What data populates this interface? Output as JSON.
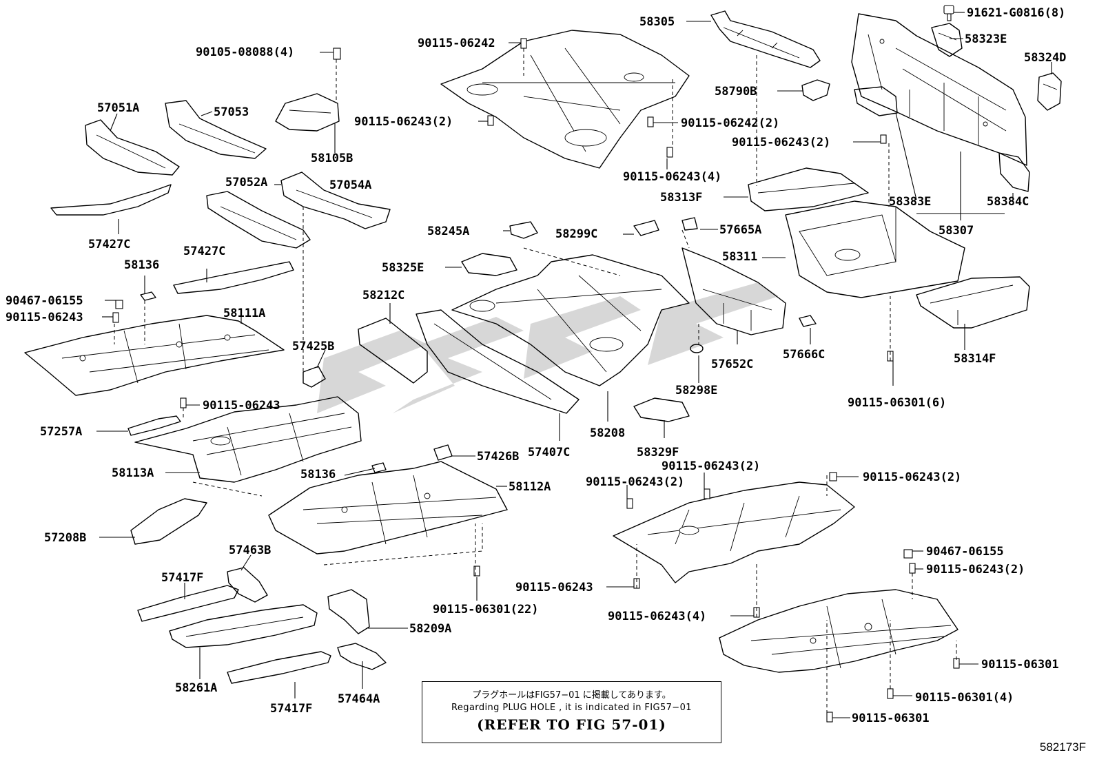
{
  "figure_id": "582173F",
  "note": {
    "japanese": "プラグホールはFIG57−01 に掲載してあります。",
    "english": "Regarding  PLUG HOLE , it is indicated in FIG57−01",
    "refer": "(REFER TO FIG 57-01)"
  },
  "watermark": "CSSC",
  "labels": {
    "p58305": "58305",
    "p91621": "91621-G0816(8)",
    "p58323E": "58323E",
    "p58324D": "58324D",
    "p90115_06242": "90115-06242",
    "p90105": "90105-08088(4)",
    "p57051A": "57051A",
    "p57053": "57053",
    "p58790B": "58790B",
    "p90115_06243_2a": "90115-06243(2)",
    "p90115_06242_2": "90115-06242(2)",
    "p90115_06243_2b": "90115-06243(2)",
    "p58105B": "58105B",
    "p90115_06243_4a": "90115-06243(4)",
    "p58313F": "58313F",
    "p58383E": "58383E",
    "p58384C": "58384C",
    "p57052A": "57052A",
    "p57054A": "57054A",
    "p58307": "58307",
    "p58245A": "58245A",
    "p58299C": "58299C",
    "p57665A": "57665A",
    "p57427C_a": "57427C",
    "p58325E": "58325E",
    "p58311": "58311",
    "p57427C_b": "57427C",
    "p58136_a": "58136",
    "p90467_a": "90467-06155",
    "p90115_06243_a": "90115-06243",
    "p58212C": "58212C",
    "p58111A": "58111A",
    "p58314F": "58314F",
    "p57425B": "57425B",
    "p57652C": "57652C",
    "p57666C": "57666C",
    "p58298E": "58298E",
    "p90115_06243_b": "90115-06243",
    "p90115_06301_6": "90115-06301(6)",
    "p57257A": "57257A",
    "p58208": "58208",
    "p57407C": "57407C",
    "p58329F": "58329F",
    "p57426B": "57426B",
    "p90115_06243_2c": "90115-06243(2)",
    "p58113A": "58113A",
    "p58136_b": "58136",
    "p90115_06243_2d": "90115-06243(2)",
    "p90115_06243_2e": "90115-06243(2)",
    "p58112A": "58112A",
    "p57208B": "57208B",
    "p57463B": "57463B",
    "p90467_b": "90467-06155",
    "p90115_06243_2f": "90115-06243(2)",
    "p57417F_a": "57417F",
    "p90115_06243_c": "90115-06243",
    "p90115_06301_22": "90115-06301(22)",
    "p90115_06243_4b": "90115-06243(4)",
    "p58209A": "58209A",
    "p90115_06301_a": "90115-06301",
    "p58261A": "58261A",
    "p90115_06301_4": "90115-06301(4)",
    "p57417F_b": "57417F",
    "p57464A": "57464A",
    "p90115_06301_b": "90115-06301"
  }
}
